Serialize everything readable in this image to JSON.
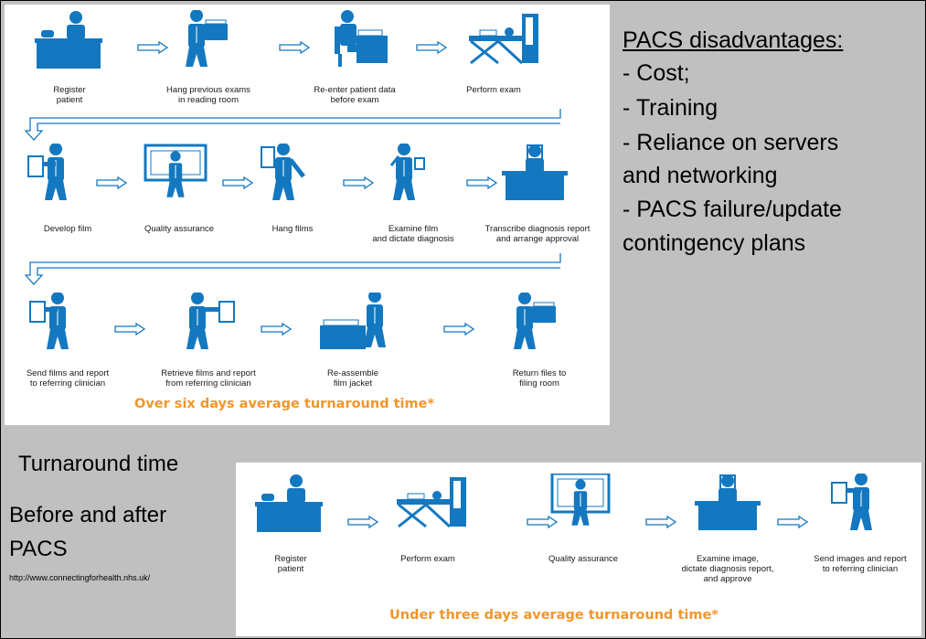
{
  "before": {
    "row1": [
      {
        "label": "Register\npatient",
        "icon": "register-desk-icon"
      },
      {
        "label": "Hang previous exams\nin reading room",
        "icon": "carry-files-icon"
      },
      {
        "label": "Re-enter patient data\nbefore exam",
        "icon": "seated-desk-icon"
      },
      {
        "label": "Perform exam",
        "icon": "scanner-bed-icon"
      }
    ],
    "row2": [
      {
        "label": "Develop film",
        "icon": "develop-film-icon"
      },
      {
        "label": "Quality assurance",
        "icon": "lightbox-icon"
      },
      {
        "label": "Hang films",
        "icon": "hang-films-icon"
      },
      {
        "label": "Examine film\nand dictate diagnosis",
        "icon": "dictate-icon"
      },
      {
        "label": "Transcribe diagnosis report\nand arrange approval",
        "icon": "transcribe-desk-icon"
      }
    ],
    "row3": [
      {
        "label": "Send films and report\nto referring clinician",
        "icon": "send-films-icon"
      },
      {
        "label": "Retrieve films and report\nfrom referring clinician",
        "icon": "retrieve-films-icon"
      },
      {
        "label": "Re-assemble\nfilm jacket",
        "icon": "reassemble-icon"
      },
      {
        "label": "Return files to\nfiling room",
        "icon": "return-files-icon"
      }
    ],
    "turnaround": "Over six days average turnaround time*"
  },
  "after": {
    "steps": [
      {
        "label": "Register\npatient",
        "icon": "register-desk-icon"
      },
      {
        "label": "Perform exam",
        "icon": "scanner-bed-icon"
      },
      {
        "label": "Quality assurance",
        "icon": "monitor-icon"
      },
      {
        "label": "Examine image,\ndictate diagnosis report,\nand approve",
        "icon": "examine-desk-icon"
      },
      {
        "label": "Send images and report\nto referring clinician",
        "icon": "send-images-icon"
      }
    ],
    "turnaround": "Under three days average turnaround time*"
  },
  "sidebar": {
    "title": "PACS disadvantages:",
    "items": [
      "- Cost;",
      "- Training",
      "- Reliance on servers",
      "and networking",
      "- PACS failure/update",
      "contingency plans"
    ]
  },
  "caption": {
    "title": "Turnaround time",
    "subtitle1": "Before and after",
    "subtitle2": "PACS",
    "url": "http://www.connectingforhealth.nhs.uk/"
  },
  "colors": {
    "figure": "#1478c0",
    "accent": "#f0962b",
    "panel_bg": "#ffffff",
    "slide_bg": "#c0c0c0"
  }
}
